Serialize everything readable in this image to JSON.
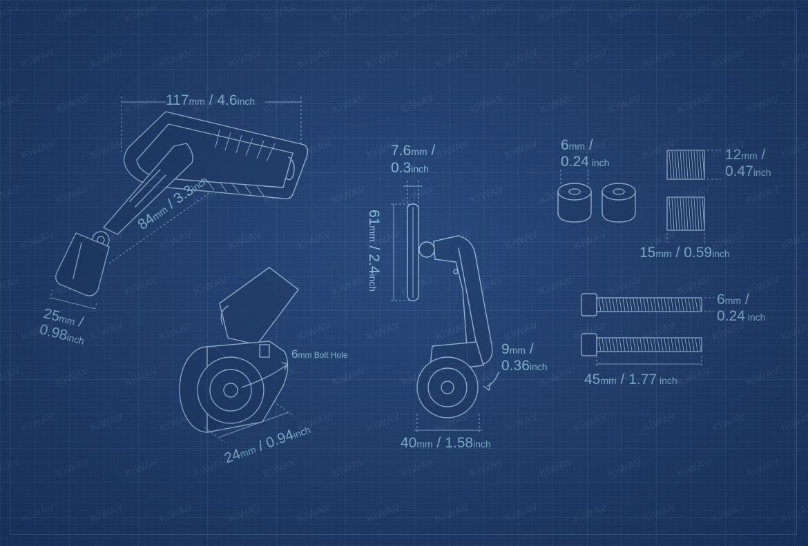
{
  "watermark": "KiWAV",
  "labels": {
    "width_mm": "117",
    "width_unit_mm": "mm",
    "width_sep": " / ",
    "width_in": "4.6",
    "width_unit_in": "inch",
    "arm_mm": "84",
    "arm_unit_mm": "mm",
    "arm_sep": " / ",
    "arm_in": "3.3",
    "arm_unit_in": "inch",
    "clamp_mm": "25",
    "clamp_unit_mm": "mm",
    "clamp_sep": " /",
    "clamp_in": "0.98",
    "clamp_unit_in": "inch",
    "bolt_mm": "6",
    "bolt_unit_mm": "mm",
    "bolt_text": " Bolt Hole",
    "dia_mm": "24",
    "dia_unit_mm": "mm",
    "dia_sep": " / ",
    "dia_in": "0.94",
    "dia_unit_in": "inch",
    "thick_mm": "7.6",
    "thick_unit_mm": "mm",
    "thick_sep": " /",
    "thick_in": "0.3",
    "thick_unit_in": "inch",
    "height_mm": "61",
    "height_unit_mm": "mm",
    "height_sep": " / ",
    "height_in": "2.4",
    "height_unit_in": "inch",
    "offset_mm": "9",
    "offset_unit_mm": "mm",
    "offset_sep": " /",
    "offset_in": "0.36",
    "offset_unit_in": "inch",
    "base_mm": "40",
    "base_unit_mm": "mm",
    "base_sep": " / ",
    "base_in": "1.58",
    "base_unit_in": "inch",
    "spacer_mm": "6",
    "spacer_unit_mm": "mm",
    "spacer_sep": " /",
    "spacer_in": "0.24",
    "spacer_unit_in": " inch",
    "thread_mm": "12",
    "thread_unit_mm": "mm",
    "thread_sep": " /",
    "thread_in": "0.47",
    "thread_unit_in": "inch",
    "thread2_mm": "15",
    "thread2_unit_mm": "mm",
    "thread2_sep": " / ",
    "thread2_in": "0.59",
    "thread2_unit_in": "inch",
    "boltd_mm": "6",
    "boltd_unit_mm": "mm",
    "boltd_sep": " /",
    "boltd_in": "0.24",
    "boltd_unit_in": " inch",
    "boltl_mm": "45",
    "boltl_unit_mm": "mm",
    "boltl_sep": " / ",
    "boltl_in": "1.77",
    "boltl_unit_in": " inch"
  },
  "colors": {
    "background": "#22406f",
    "line": "#b9dcf1",
    "label": "#a9e0f4"
  }
}
